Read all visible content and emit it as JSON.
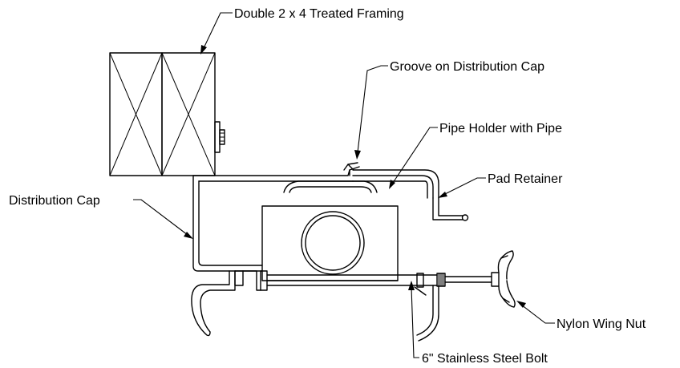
{
  "labels": {
    "framing": "Double 2 x 4 Treated Framing",
    "groove": "Groove on Distribution Cap",
    "pipe_holder": "Pipe Holder with Pipe",
    "pad_retainer": "Pad Retainer",
    "distribution_cap": "Distribution Cap",
    "wing_nut": "Nylon Wing Nut",
    "bolt": "6\" Stainless Steel Bolt"
  },
  "style": {
    "line_color": "#000000",
    "background": "#ffffff"
  }
}
